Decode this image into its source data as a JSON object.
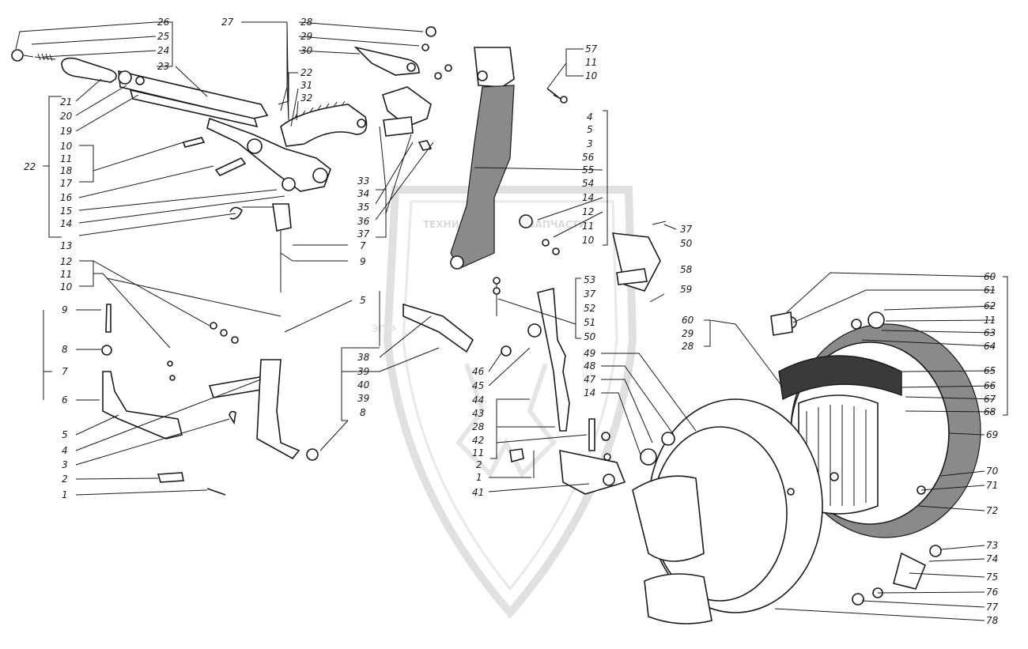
{
  "watermark": {
    "line1": "ТЕХНИКА",
    "line2": "ЗАПЧАСТИ",
    "logo": "ЭПФ"
  },
  "labels": [
    {
      "id": "l26",
      "text": "26"
    },
    {
      "id": "l25",
      "text": "25"
    },
    {
      "id": "l24",
      "text": "24"
    },
    {
      "id": "l23",
      "text": "23"
    },
    {
      "id": "l27",
      "text": "27"
    },
    {
      "id": "l28a",
      "text": "28"
    },
    {
      "id": "l29a",
      "text": "29"
    },
    {
      "id": "l30",
      "text": "30"
    },
    {
      "id": "l22a",
      "text": "22"
    },
    {
      "id": "l31",
      "text": "31"
    },
    {
      "id": "l32",
      "text": "32"
    },
    {
      "id": "l21",
      "text": "21"
    },
    {
      "id": "l20",
      "text": "20"
    },
    {
      "id": "l19",
      "text": "19"
    },
    {
      "id": "l10a",
      "text": "10"
    },
    {
      "id": "l11a",
      "text": "11"
    },
    {
      "id": "l18",
      "text": "18"
    },
    {
      "id": "l17",
      "text": "17"
    },
    {
      "id": "l22b",
      "text": "22"
    },
    {
      "id": "l16",
      "text": "16"
    },
    {
      "id": "l15",
      "text": "15"
    },
    {
      "id": "l14a",
      "text": "14"
    },
    {
      "id": "l13",
      "text": "13"
    },
    {
      "id": "l12a",
      "text": "12"
    },
    {
      "id": "l11b",
      "text": "11"
    },
    {
      "id": "l10b",
      "text": "10"
    },
    {
      "id": "l9a",
      "text": "9"
    },
    {
      "id": "l8a",
      "text": "8"
    },
    {
      "id": "l7a",
      "text": "7"
    },
    {
      "id": "l6",
      "text": "6"
    },
    {
      "id": "l5a",
      "text": "5"
    },
    {
      "id": "l4a",
      "text": "4"
    },
    {
      "id": "l3a",
      "text": "3"
    },
    {
      "id": "l2a",
      "text": "2"
    },
    {
      "id": "l1a",
      "text": "1"
    },
    {
      "id": "l7b",
      "text": "7"
    },
    {
      "id": "l9b",
      "text": "9"
    },
    {
      "id": "l5b",
      "text": "5"
    },
    {
      "id": "l33",
      "text": "33"
    },
    {
      "id": "l34",
      "text": "34"
    },
    {
      "id": "l35",
      "text": "35"
    },
    {
      "id": "l36",
      "text": "36"
    },
    {
      "id": "l37a",
      "text": "37"
    },
    {
      "id": "l57",
      "text": "57"
    },
    {
      "id": "l11c",
      "text": "11"
    },
    {
      "id": "l10c",
      "text": "10"
    },
    {
      "id": "l4b",
      "text": "4"
    },
    {
      "id": "l5c",
      "text": "5"
    },
    {
      "id": "l3b",
      "text": "3"
    },
    {
      "id": "l56",
      "text": "56"
    },
    {
      "id": "l55",
      "text": "55"
    },
    {
      "id": "l54",
      "text": "54"
    },
    {
      "id": "l14b",
      "text": "14"
    },
    {
      "id": "l12b",
      "text": "12"
    },
    {
      "id": "l11d",
      "text": "11"
    },
    {
      "id": "l10d",
      "text": "10"
    },
    {
      "id": "l37b",
      "text": "37"
    },
    {
      "id": "l50a",
      "text": "50"
    },
    {
      "id": "l58",
      "text": "58"
    },
    {
      "id": "l59",
      "text": "59"
    },
    {
      "id": "l53",
      "text": "53"
    },
    {
      "id": "l37c",
      "text": "37"
    },
    {
      "id": "l52",
      "text": "52"
    },
    {
      "id": "l51",
      "text": "51"
    },
    {
      "id": "l50b",
      "text": "50"
    },
    {
      "id": "l38",
      "text": "38"
    },
    {
      "id": "l39a",
      "text": "39"
    },
    {
      "id": "l40",
      "text": "40"
    },
    {
      "id": "l39b",
      "text": "39"
    },
    {
      "id": "l8b",
      "text": "8"
    },
    {
      "id": "l46",
      "text": "46"
    },
    {
      "id": "l45",
      "text": "45"
    },
    {
      "id": "l44",
      "text": "44"
    },
    {
      "id": "l43",
      "text": "43"
    },
    {
      "id": "l28b",
      "text": "28"
    },
    {
      "id": "l42",
      "text": "42"
    },
    {
      "id": "l11e",
      "text": "11"
    },
    {
      "id": "l2b",
      "text": "2"
    },
    {
      "id": "l1b",
      "text": "1"
    },
    {
      "id": "l41",
      "text": "41"
    },
    {
      "id": "l49",
      "text": "49"
    },
    {
      "id": "l48",
      "text": "48"
    },
    {
      "id": "l47",
      "text": "47"
    },
    {
      "id": "l14c",
      "text": "14"
    },
    {
      "id": "l60a",
      "text": "60"
    },
    {
      "id": "l29b",
      "text": "29"
    },
    {
      "id": "l28c",
      "text": "28"
    },
    {
      "id": "l60b",
      "text": "60"
    },
    {
      "id": "l61",
      "text": "61"
    },
    {
      "id": "l62",
      "text": "62"
    },
    {
      "id": "l11f",
      "text": "11"
    },
    {
      "id": "l63",
      "text": "63"
    },
    {
      "id": "l64",
      "text": "64"
    },
    {
      "id": "l65",
      "text": "65"
    },
    {
      "id": "l66",
      "text": "66"
    },
    {
      "id": "l67",
      "text": "67"
    },
    {
      "id": "l68",
      "text": "68"
    },
    {
      "id": "l69",
      "text": "69"
    },
    {
      "id": "l70",
      "text": "70"
    },
    {
      "id": "l71",
      "text": "71"
    },
    {
      "id": "l72",
      "text": "72"
    },
    {
      "id": "l73",
      "text": "73"
    },
    {
      "id": "l74",
      "text": "74"
    },
    {
      "id": "l75",
      "text": "75"
    },
    {
      "id": "l76",
      "text": "76"
    },
    {
      "id": "l77",
      "text": "77"
    },
    {
      "id": "l78",
      "text": "78"
    }
  ]
}
